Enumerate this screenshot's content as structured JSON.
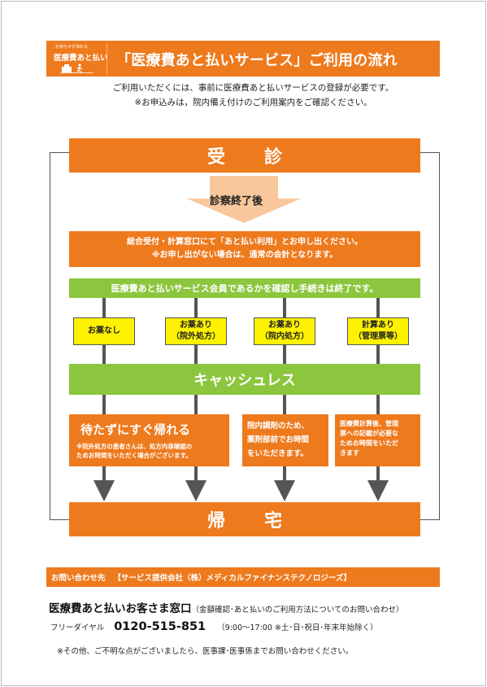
{
  "header": {
    "logo_tagline": "お待ちせず帰れる",
    "logo_text": "医療費あと払い",
    "title": "「医療費あと払いサービス」ご利用の流れ"
  },
  "intro": {
    "line1": "ご利用いただくには、事前に医療費あと払いサービスの登録が必要です。",
    "line2": "※お申込みは，院内備え付けのご利用案内をご確認ください。"
  },
  "flow": {
    "start": "受診",
    "after_exam": "診察終了後",
    "reception_line1": "総合受付・計算窓口にて「あと払い利用」とお申し出ください。",
    "reception_line2": "※お申し出がない場合は、通常の会計となります。",
    "member_check": "医療費あと払いサービス会員であるかを確認し手続きは終了です。",
    "cases": [
      {
        "line1": "お薬なし",
        "line2": ""
      },
      {
        "line1": "お薬あり",
        "line2": "（院外処方）"
      },
      {
        "line1": "お薬あり",
        "line2": "（院内処方）"
      },
      {
        "line1": "計算あり",
        "line2": "（管理票等）"
      }
    ],
    "cashless": "キャッシュレス",
    "result_wait_title": "待たずにすぐ帰れる",
    "result_wait_note1": "※院外処方の患者さんは、処方内容確認の",
    "result_wait_note2": "ためお時間をいただく場合がございます。",
    "result_pharmacy": [
      "院内調剤のため、",
      "薬剤部前でお時間",
      "をいただきます。"
    ],
    "result_billing": [
      "医療費計算後、管理",
      "票への記載が必要な",
      "ためお時間をいただ",
      "きます"
    ],
    "end": "帰宅"
  },
  "contact": {
    "label": "お問い合わせ先",
    "company": "【サービス提供会社（株）メディカルファイナンステクノロジーズ】",
    "desk_name": "医療費あと払いお客さま窓口",
    "desk_note": "（金額確認･あと払いのご利用方法についてのお問い合わせ）",
    "phone_label": "フリーダイヤル",
    "phone_number": "0120-515-851",
    "hours": "（9:00～17:00 ※土･日･祝日･年末年始除く）",
    "footer": "※その他、ご不明な点がございましたら、医事課･医事係までお問い合わせください。"
  },
  "colors": {
    "orange": "#ee7a1e",
    "green": "#8cc63f",
    "yellow": "#fff200",
    "arrow_peach": "#f9c79c"
  }
}
